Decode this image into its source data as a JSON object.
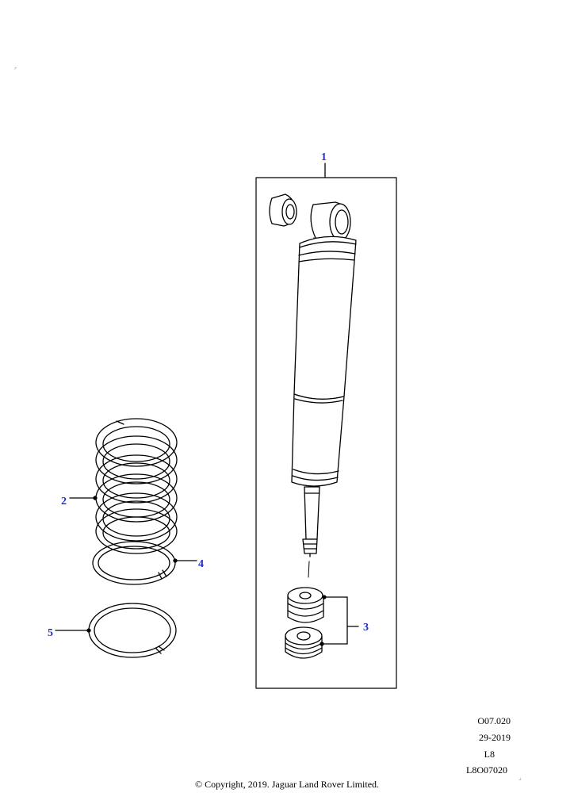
{
  "callouts": {
    "c1": "1",
    "c2": "2",
    "c3": "3",
    "c4": "4",
    "c5": "5"
  },
  "meta": {
    "code": "O07.020",
    "date": "29-2019",
    "variant": "L8",
    "ref": "L8O07020"
  },
  "copyright": "© Copyright, 2019. Jaguar Land Rover Limited.",
  "colors": {
    "callout": "#1f2fc4",
    "line": "#000000"
  }
}
